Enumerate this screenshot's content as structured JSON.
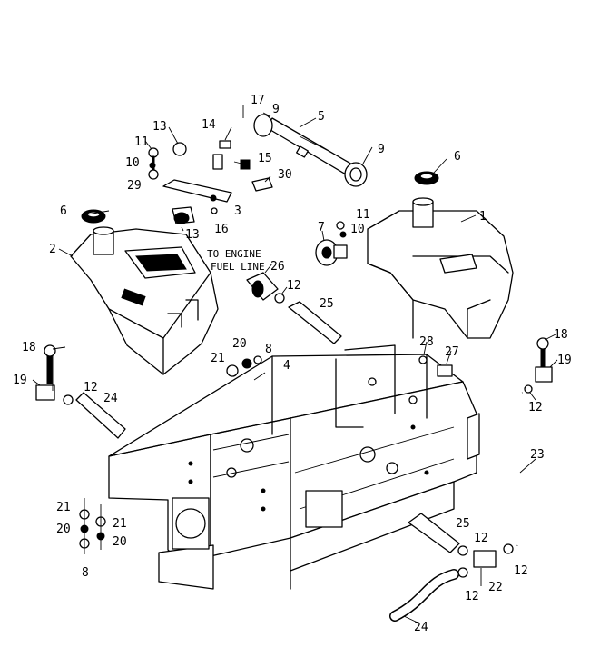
{
  "note": {
    "line1": "TO ENGINE",
    "line2": "FUEL LINE"
  },
  "callouts": {
    "c17": "17",
    "c9a": "9",
    "c5": "5",
    "c9b": "9",
    "c6r": "6",
    "c13a": "13",
    "c14": "14",
    "c11a": "11",
    "c10a": "10",
    "c29": "29",
    "c15": "15",
    "c30": "30",
    "c3": "3",
    "c13b": "13",
    "c16": "16",
    "c6l": "6",
    "c2": "2",
    "c1": "1",
    "c11b": "11",
    "c10b": "10",
    "c7": "7",
    "c26": "26",
    "c12a": "12",
    "c25a": "25",
    "c18l": "18",
    "c19l": "19",
    "c12l": "12",
    "c24a": "24",
    "c20a": "20",
    "c21a": "21",
    "c8a": "8",
    "c4": "4",
    "c28": "28",
    "c27": "27",
    "c18r": "18",
    "c19r": "19",
    "c12r": "12",
    "c23": "23",
    "c21b": "21",
    "c21c": "21",
    "c20b": "20",
    "c20c": "20",
    "c8b": "8",
    "c25b": "25",
    "c12b": "12",
    "c12c": "12",
    "c22": "22",
    "c12d": "12",
    "c24b": "24"
  },
  "colors": {
    "ink": "#000000",
    "paper": "#ffffff"
  }
}
